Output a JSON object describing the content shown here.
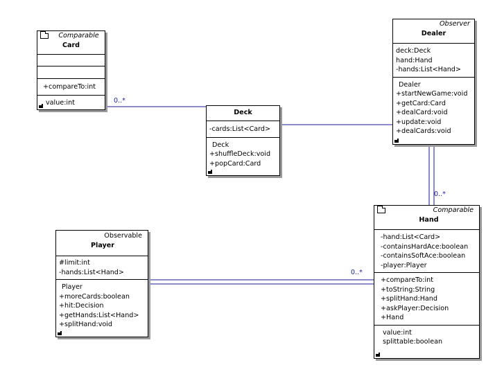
{
  "card": {
    "stereotype": "Comparable",
    "name": "Card",
    "operations": [
      "+compareTo:int"
    ],
    "properties": [
      "value:int"
    ]
  },
  "deck": {
    "name": "Deck",
    "attributes": [
      "-cards:List<Card>"
    ],
    "operations": [
      "Deck",
      "+shuffleDeck:void",
      "+popCard:Card"
    ]
  },
  "dealer": {
    "stereotype": "Observer",
    "name": "Dealer",
    "attributes": [
      "deck:Deck",
      "hand:Hand",
      "-hands:List<Hand>"
    ],
    "operations": [
      "Dealer",
      "+startNewGame:void",
      "+getCard:Card",
      "+dealCard:void",
      "+update:void",
      "+dealCards:void"
    ]
  },
  "player": {
    "stereotype": "Observable",
    "name": "Player",
    "attributes": [
      "#limit:int",
      "-hands:List<Hand>"
    ],
    "operations": [
      "Player",
      "+moreCards:boolean",
      "+hit:Decision",
      "+getHands:List<Hand>",
      "+splitHand:void"
    ]
  },
  "hand": {
    "stereotype": "Comparable",
    "name": "Hand",
    "attributes": [
      "-hand:List<Card>",
      "-containsHardAce:boolean",
      "-containsSoftAce:boolean",
      "-player:Player"
    ],
    "operations": [
      "+compareTo:int",
      "+toString:String",
      "+splitHand:Hand",
      "+askPlayer:Decision",
      "+Hand"
    ],
    "properties": [
      "value:int",
      "splittable:boolean"
    ]
  },
  "multiplicities": {
    "card_deck": "0..*",
    "dealer_hand": "0..*",
    "player_hand": "0..*"
  },
  "colors": {
    "association_line": "#1a1a9a",
    "border": "#000000",
    "shadow": "#9a9a9a"
  }
}
